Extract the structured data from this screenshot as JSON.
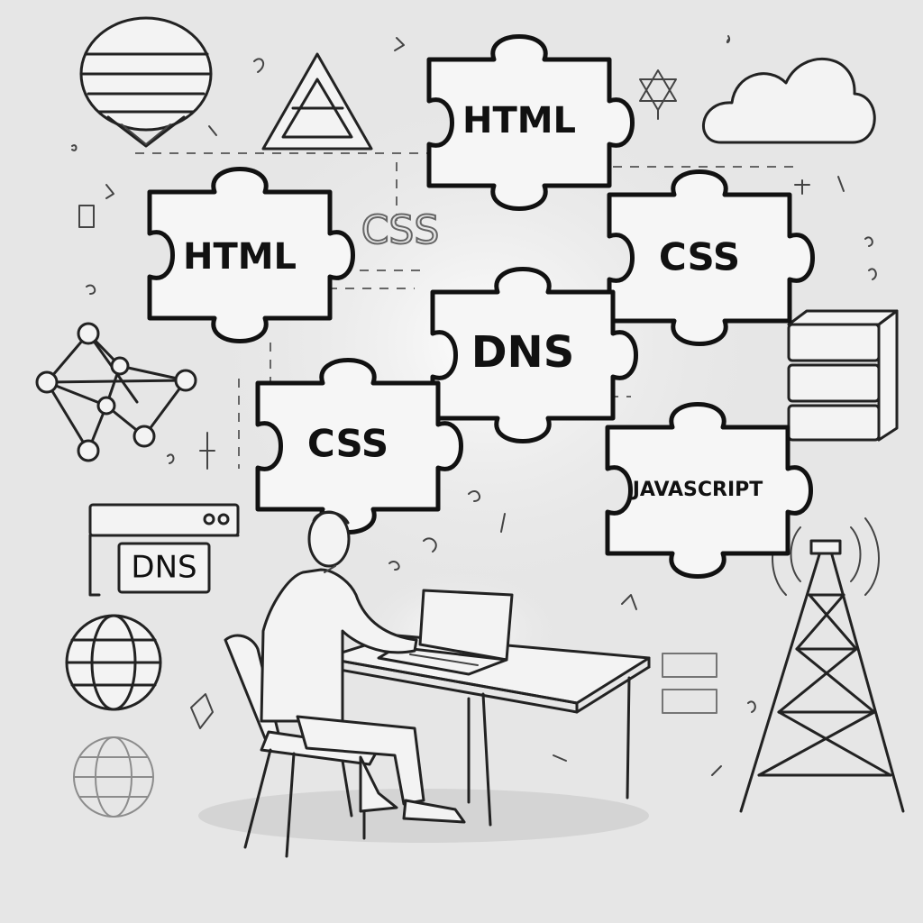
{
  "puzzle_pieces": {
    "html_top": "HTML",
    "html_left": "HTML",
    "css_right": "CSS",
    "dns_center": "DNS",
    "css_lower": "CSS",
    "javascript": "JAVASCRIPT"
  },
  "background_text": {
    "css_outline": "CSS"
  },
  "dns_window": {
    "label": "DNS"
  },
  "icons": {
    "globe": "globe-icon",
    "triangle": "triangle-icon",
    "cloud": "cloud-icon",
    "network": "network-graph-icon",
    "servers": "server-stack-icon",
    "window": "browser-window-icon",
    "tower": "antenna-tower-icon",
    "person": "person-at-laptop"
  }
}
